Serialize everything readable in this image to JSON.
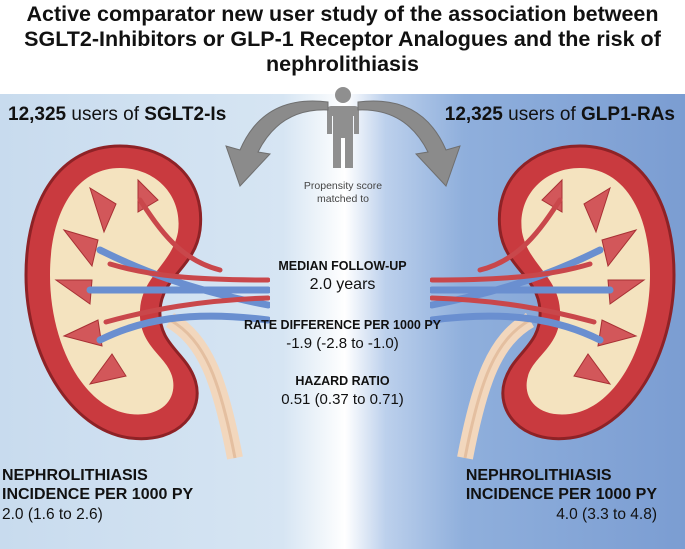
{
  "title": {
    "line1": "Active comparator new user study of the association between",
    "line2": "SGLT2-Inhibitors or GLP-1 Receptor Analogues and the risk of",
    "line3": "nephrolithiasis"
  },
  "left_arm": {
    "count": "12,325",
    "users_of": " users of ",
    "drug": "SGLT2-Is"
  },
  "right_arm": {
    "count": "12,325",
    "users_of": " users of ",
    "drug": "GLP1-RAs"
  },
  "propensity": {
    "line1": "Propensity score",
    "line2": "matched to"
  },
  "stats": {
    "followup_label": "MEDIAN FOLLOW-UP",
    "followup_value": "2.0 years",
    "rd_label": "RATE DIFFERENCE PER 1000 PY",
    "rd_value": "-1.9 (-2.8 to -1.0)",
    "hr_label": "HAZARD RATIO",
    "hr_value": "0.51 (0.37 to 0.71)"
  },
  "incidence_left": {
    "line1": "NEPHROLITHIASIS",
    "line2": "INCIDENCE PER 1000 PY",
    "value": "2.0 (1.6 to 2.6)"
  },
  "incidence_right": {
    "line1": "NEPHROLITHIASIS",
    "line2": "INCIDENCE PER 1000 PY",
    "value": "4.0 (3.3 to 4.8)"
  },
  "colors": {
    "left_panel": "#c9dcee",
    "right_panel": "#7d9fd4",
    "kidney_cortex": "#c93a3f",
    "vein": "#6a8fd0",
    "artery": "#c9474b",
    "arrow": "#8b8b8b",
    "person": "#8f8f8f"
  }
}
